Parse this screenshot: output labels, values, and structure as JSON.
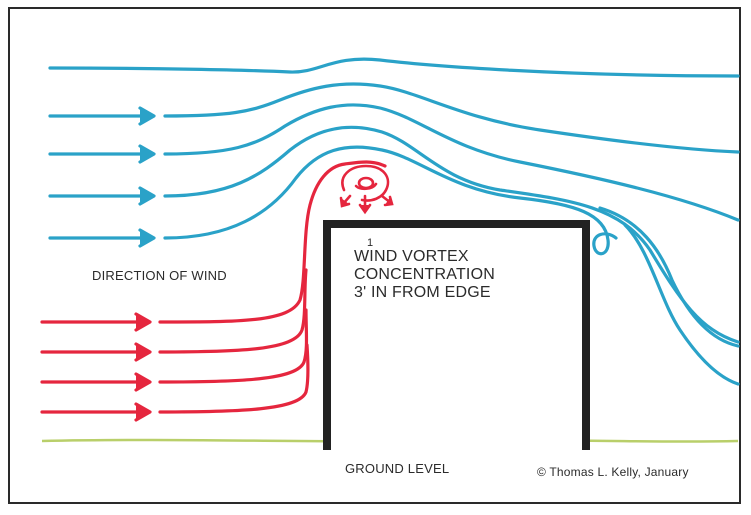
{
  "labels": {
    "direction_of_wind": "DIRECTION OF WIND",
    "marker": "1",
    "vortex_line1": "WIND VORTEX",
    "vortex_line2": "CONCENTRATION",
    "vortex_line3": "3' IN FROM EDGE",
    "ground_level": "GROUND LEVEL",
    "copyright": "© Thomas L. Kelly, January"
  },
  "colors": {
    "upper_flow": "#2aa2c8",
    "lower_flow": "#e5263e",
    "building_outline": "#222222",
    "ground_line": "#b9cf6a",
    "frame": "#2a2a2a"
  },
  "icons": {
    "wind_arrow": "right-arrow",
    "vortex": "vortex-swirl"
  }
}
